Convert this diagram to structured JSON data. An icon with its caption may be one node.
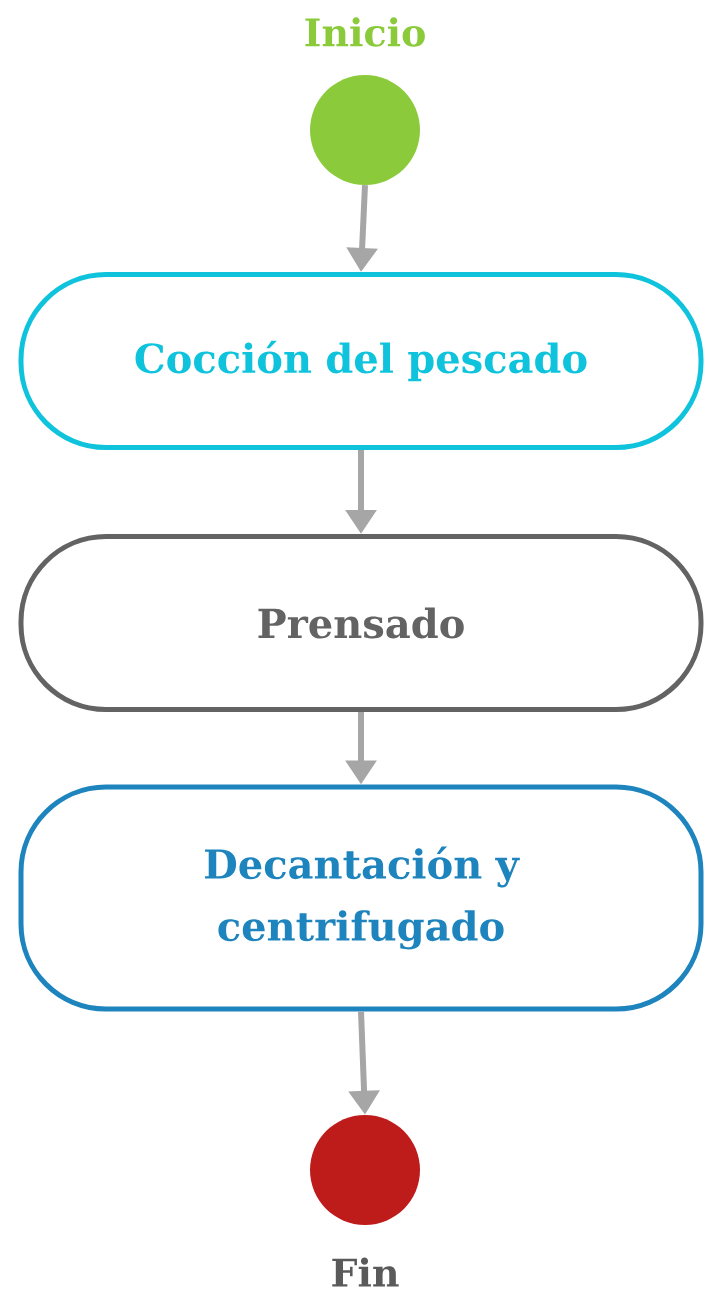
{
  "diagram": {
    "nodes": [
      {
        "text": [
          "Inicio"
        ]
      },
      {
        "text": [
          "Cocción del pescado"
        ]
      },
      {
        "text": [
          "Prensado"
        ]
      },
      {
        "text": [
          "Decantación y centrifugado"
        ]
      },
      {
        "text": [
          "Fin"
        ]
      }
    ],
    "edges": [
      {
        "from": 0,
        "to": 1,
        "arrow": "to"
      },
      {
        "from": 1,
        "to": 2,
        "arrow": "to"
      },
      {
        "from": 2,
        "to": 3,
        "arrow": "to"
      },
      {
        "from": 3,
        "to": 4,
        "arrow": "to"
      }
    ]
  }
}
